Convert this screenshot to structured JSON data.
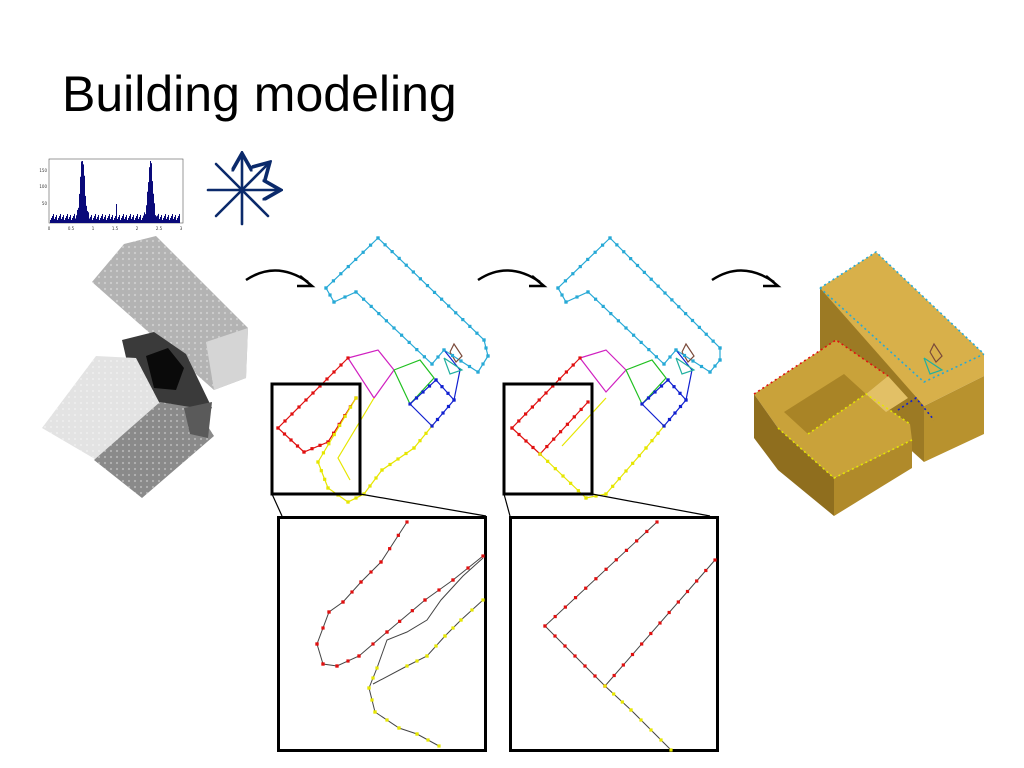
{
  "slide": {
    "title": "Building modeling"
  },
  "histogram": {
    "y_tick_labels": [
      "150",
      "100",
      "50"
    ],
    "x_tick_labels": [
      "0",
      "0.5",
      "1",
      "1.5",
      "2",
      "2.5",
      "3"
    ],
    "bar_color": "#0a0a7a"
  },
  "colors": {
    "cyan": "#27a9d6",
    "red": "#e01010",
    "yellow": "#e6e600",
    "blue": "#1020d0",
    "green": "#20c020",
    "magenta": "#d020c0",
    "teal": "#20b0a0",
    "brown": "#7a4a3a",
    "roof": "#c9a23a",
    "wall": "#b08a2a",
    "wall_dark": "#8f6e1e",
    "arrow": "#000000",
    "direction_icon": "#0b2a6b"
  }
}
